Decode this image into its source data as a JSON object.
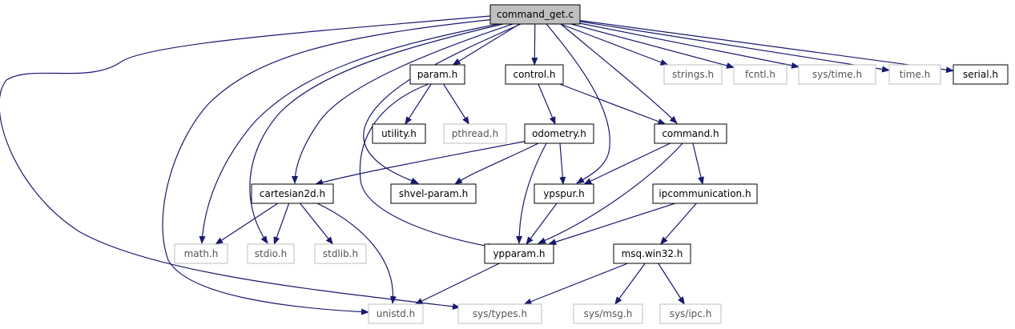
{
  "colors": {
    "edge": "#191970",
    "local_border": "#000000",
    "system_border": "#bfbfbf",
    "root_fill": "#bfbfbf",
    "text_local": "#000000",
    "text_system": "#555555"
  },
  "nodes": [
    {
      "id": "command_get_c",
      "label": "command_get.c",
      "kind": "root"
    },
    {
      "id": "param_h",
      "label": "param.h",
      "kind": "local"
    },
    {
      "id": "control_h",
      "label": "control.h",
      "kind": "local"
    },
    {
      "id": "strings_h",
      "label": "strings.h",
      "kind": "system"
    },
    {
      "id": "fcntl_h",
      "label": "fcntl.h",
      "kind": "system"
    },
    {
      "id": "sys_time_h",
      "label": "sys/time.h",
      "kind": "system"
    },
    {
      "id": "time_h",
      "label": "time.h",
      "kind": "system"
    },
    {
      "id": "serial_h",
      "label": "serial.h",
      "kind": "local"
    },
    {
      "id": "utility_h",
      "label": "utility.h",
      "kind": "local"
    },
    {
      "id": "pthread_h",
      "label": "pthread.h",
      "kind": "system"
    },
    {
      "id": "odometry_h",
      "label": "odometry.h",
      "kind": "local"
    },
    {
      "id": "command_h",
      "label": "command.h",
      "kind": "local"
    },
    {
      "id": "cartesian2d_h",
      "label": "cartesian2d.h",
      "kind": "local"
    },
    {
      "id": "shvel_param_h",
      "label": "shvel-param.h",
      "kind": "local"
    },
    {
      "id": "ypspur_h",
      "label": "ypspur.h",
      "kind": "local"
    },
    {
      "id": "ipcommunication_h",
      "label": "ipcommunication.h",
      "kind": "local"
    },
    {
      "id": "math_h",
      "label": "math.h",
      "kind": "system"
    },
    {
      "id": "stdio_h",
      "label": "stdio.h",
      "kind": "system"
    },
    {
      "id": "stdlib_h",
      "label": "stdlib.h",
      "kind": "system"
    },
    {
      "id": "ypparam_h",
      "label": "ypparam.h",
      "kind": "local"
    },
    {
      "id": "msq_win32_h",
      "label": "msq.win32.h",
      "kind": "local"
    },
    {
      "id": "unistd_h",
      "label": "unistd.h",
      "kind": "system"
    },
    {
      "id": "sys_types_h",
      "label": "sys/types.h",
      "kind": "system"
    },
    {
      "id": "sys_msg_h",
      "label": "sys/msg.h",
      "kind": "system"
    },
    {
      "id": "sys_ipc_h",
      "label": "sys/ipc.h",
      "kind": "system"
    }
  ],
  "edges": [
    [
      "command_get_c",
      "param_h"
    ],
    [
      "command_get_c",
      "control_h"
    ],
    [
      "command_get_c",
      "strings_h"
    ],
    [
      "command_get_c",
      "fcntl_h"
    ],
    [
      "command_get_c",
      "sys_time_h"
    ],
    [
      "command_get_c",
      "time_h"
    ],
    [
      "command_get_c",
      "serial_h"
    ],
    [
      "command_get_c",
      "command_h"
    ],
    [
      "command_get_c",
      "ypspur_h"
    ],
    [
      "command_get_c",
      "cartesian2d_h"
    ],
    [
      "command_get_c",
      "shvel_param_h"
    ],
    [
      "command_get_c",
      "math_h"
    ],
    [
      "command_get_c",
      "stdio_h"
    ],
    [
      "command_get_c",
      "unistd_h"
    ],
    [
      "command_get_c",
      "sys_types_h"
    ],
    [
      "param_h",
      "utility_h"
    ],
    [
      "param_h",
      "pthread_h"
    ],
    [
      "param_h",
      "ypparam_h"
    ],
    [
      "control_h",
      "odometry_h"
    ],
    [
      "control_h",
      "command_h"
    ],
    [
      "odometry_h",
      "cartesian2d_h"
    ],
    [
      "odometry_h",
      "shvel_param_h"
    ],
    [
      "odometry_h",
      "ypspur_h"
    ],
    [
      "odometry_h",
      "ypparam_h"
    ],
    [
      "command_h",
      "ypspur_h"
    ],
    [
      "command_h",
      "ipcommunication_h"
    ],
    [
      "command_h",
      "ypparam_h"
    ],
    [
      "cartesian2d_h",
      "math_h"
    ],
    [
      "cartesian2d_h",
      "stdio_h"
    ],
    [
      "cartesian2d_h",
      "stdlib_h"
    ],
    [
      "cartesian2d_h",
      "unistd_h"
    ],
    [
      "ypspur_h",
      "ypparam_h"
    ],
    [
      "ipcommunication_h",
      "ypparam_h"
    ],
    [
      "ipcommunication_h",
      "msq_win32_h"
    ],
    [
      "ypparam_h",
      "unistd_h"
    ],
    [
      "msq_win32_h",
      "sys_types_h"
    ],
    [
      "msq_win32_h",
      "sys_msg_h"
    ],
    [
      "msq_win32_h",
      "sys_ipc_h"
    ]
  ]
}
